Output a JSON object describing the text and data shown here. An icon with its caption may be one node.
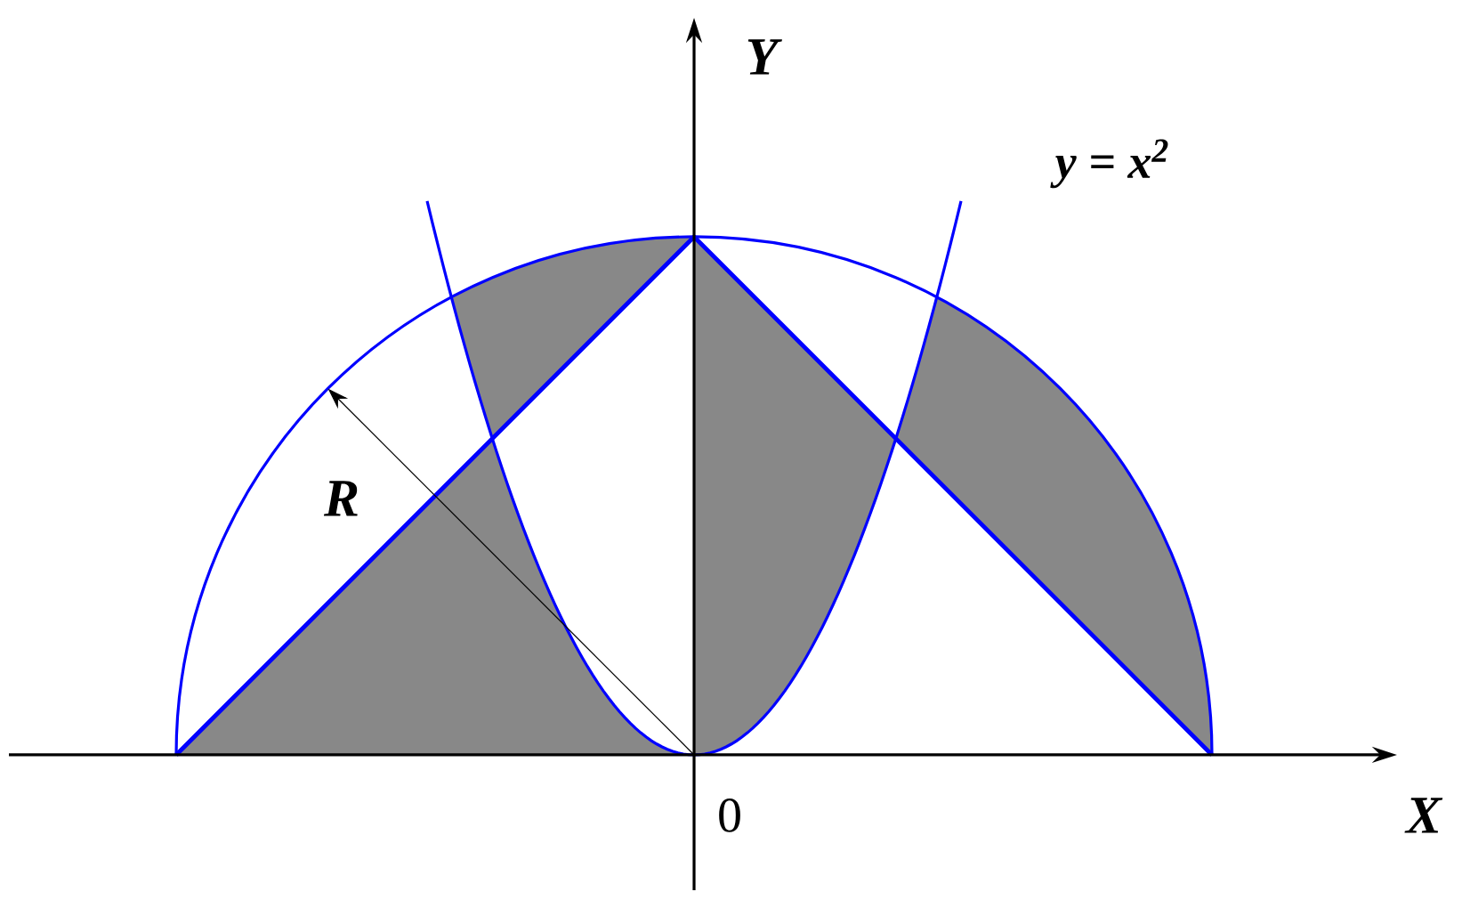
{
  "diagram": {
    "labels": [
      "Y",
      "y = x$^{2}$",
      "R",
      "0",
      "X"
    ]
  }
}
